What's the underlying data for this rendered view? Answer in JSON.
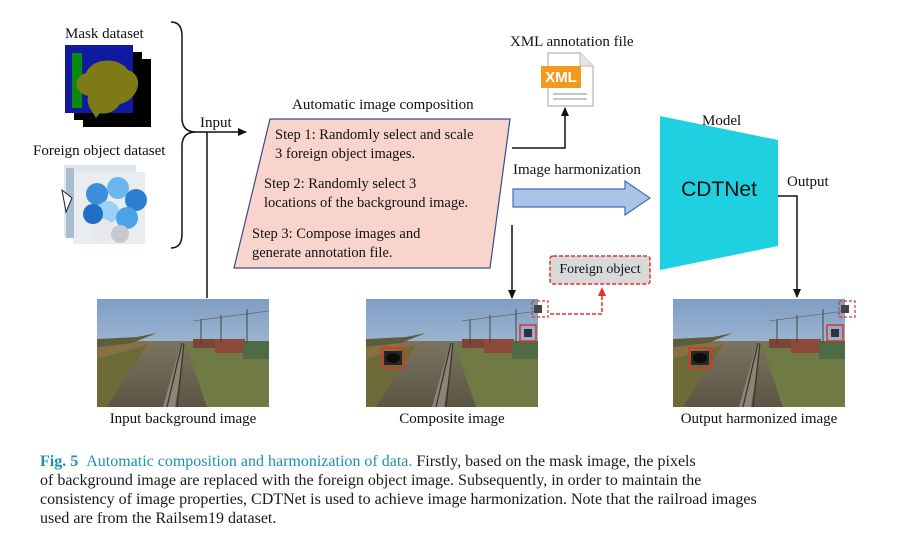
{
  "figure": {
    "inputs": {
      "mask_dataset_label": "Mask dataset",
      "foreign_object_dataset_label": "Foreign object dataset",
      "input_label": "Input"
    },
    "composition": {
      "title": "Automatic image composition",
      "step1_line1": "Step 1: Randomly select and scale",
      "step1_line2": "3 foreign object images.",
      "step2_line1": "Step 2: Randomly select 3",
      "step2_line2": "locations of the background image.",
      "step3_line1": "Step 3: Compose images and",
      "step3_line2": "generate annotation file."
    },
    "xml": {
      "file_label": "XML annotation file",
      "icon_text": "XML"
    },
    "harmonization": {
      "arrow_label": "Image harmonization",
      "model_label": "Model",
      "model_name": "CDTNet",
      "output_label": "Output"
    },
    "foreign_object_tag": "Foreign object",
    "images": {
      "input_caption": "Input background image",
      "composite_caption": "Composite image",
      "output_caption": "Output harmonized image"
    },
    "colors": {
      "step_box_fill": "#f9d4cc",
      "step_box_border": "#3a4a8a",
      "arrow_fill": "#a9c4e6",
      "arrow_border": "#3f6fb3",
      "model_fill": "#1fd0e0",
      "highlight_red": "#e0302a",
      "xml_orange": "#f39a1e"
    }
  },
  "caption": {
    "fig_num": "Fig. 5",
    "fig_title": "Automatic composition and harmonization of data.",
    "line1": "Firstly, based on the mask image, the pixels",
    "line2": "of background image are replaced with the foreign object image. Subsequently, in order to maintain the",
    "line3": "consistency of image properties, CDTNet is used to achieve image harmonization. Note that the railroad images",
    "line4": "used are from the Railsem19 dataset."
  }
}
